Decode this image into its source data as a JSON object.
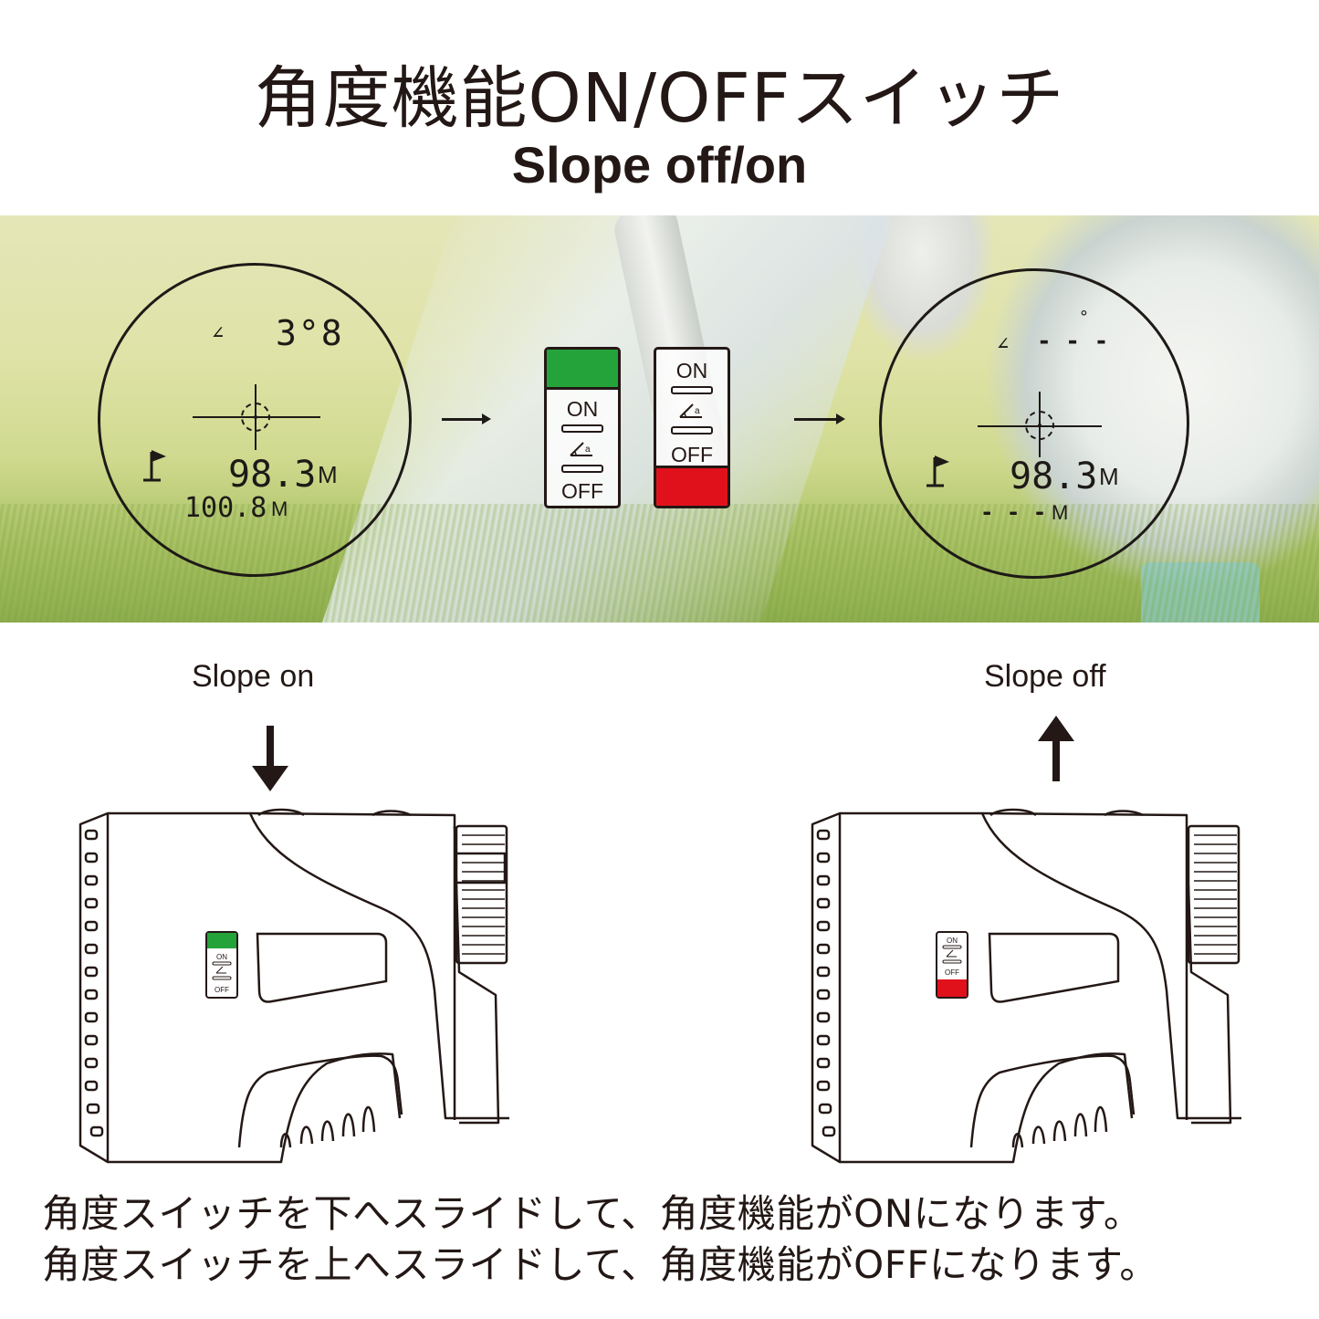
{
  "header": {
    "title_jp": "角度機能ON/OFFスイッチ",
    "title_en": "Slope off/on"
  },
  "colors": {
    "on_green": "#24a33a",
    "off_red": "#e1111c",
    "ink": "#231815"
  },
  "banner": {
    "scope_on": {
      "angle_icon": "∠",
      "angle_value": "3°8",
      "distance_value": "98.3",
      "distance_unit": "M",
      "adjusted_value": "100.8",
      "adjusted_unit": "M",
      "flag_icon": "flag-icon"
    },
    "switch_on": {
      "on_label": "ON",
      "off_label": "OFF"
    },
    "switch_off": {
      "on_label": "ON",
      "off_label": "OFF"
    },
    "scope_off": {
      "angle_icon": "∠",
      "angle_degree": "°",
      "angle_value": "- - -",
      "distance_value": "98.3",
      "distance_unit": "M",
      "adjusted_value": "- - -",
      "adjusted_unit": "M",
      "flag_icon": "flag-icon"
    }
  },
  "steps": {
    "left": {
      "caption": "Slope on",
      "arrow": "arrow-down",
      "switch_on": "ON",
      "switch_off": "OFF"
    },
    "right": {
      "caption": "Slope off",
      "arrow": "arrow-up",
      "switch_on": "ON",
      "switch_off": "OFF"
    }
  },
  "description": {
    "line1": "角度スイッチを下へスライドして、角度機能がONになります。",
    "line2": "角度スイッチを上へスライドして、角度機能がOFFになります。"
  }
}
